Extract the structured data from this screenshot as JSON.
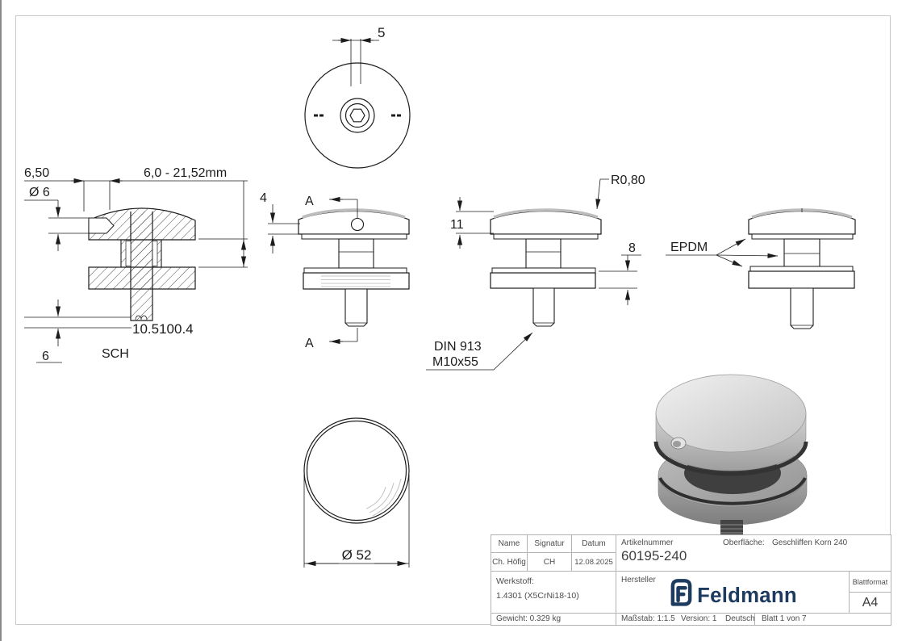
{
  "views": {
    "top_view": {
      "dim_width": "5"
    },
    "section_view": {
      "dim_flange": "6,50",
      "dim_hole": "Ø 6",
      "dim_glass_range": "6,0 - 21,52mm",
      "dim_bottom": "6",
      "overlap_label": "10.5100.4",
      "clipped_label": "SCH"
    },
    "side_view": {
      "dim_cap_edge": "4",
      "section_marker_top": "A",
      "section_marker_bottom": "A"
    },
    "front_view": {
      "radius_label": "R0,80",
      "dim_cap_height": "11",
      "dim_disc_height": "8",
      "thread_note_line1": "DIN 913",
      "thread_note_line2": "M10x55"
    },
    "epdm_view": {
      "material_label": "EPDM"
    },
    "bottom_view": {
      "dim_diameter": "Ø 52"
    }
  },
  "title_block": {
    "col_name": "Name",
    "col_signatur": "Signatur",
    "col_datum": "Datum",
    "val_name": "Ch. Höfig",
    "val_signatur": "CH",
    "val_datum": "12.08.2025",
    "artikelnummer_label": "Artikelnummer",
    "artikelnummer": "60195-240",
    "oberflaeche_label": "Oberfläche:",
    "oberflaeche_value": "Geschliffen Korn 240",
    "werkstoff_label": "Werkstoff:",
    "werkstoff_value": "1.4301 (X5CrNi18-10)",
    "hersteller_label": "Hersteller",
    "brand_name": "Feldmann",
    "blattformat_label": "Blattformat",
    "blattformat_value": "A4",
    "gewicht": "Gewicht: 0.329 kg",
    "massstab": "Maßstab: 1:1.5",
    "version": "Version: 1",
    "sprache": "Deutsch",
    "blatt": "Blatt 1 von 7"
  },
  "colors": {
    "line": "#1c1c1c",
    "frame": "#c9c9c9",
    "table_line": "#b3b3b3",
    "brand_navy": "#1d3a5f",
    "shading_gray": "#bdbdbd"
  }
}
